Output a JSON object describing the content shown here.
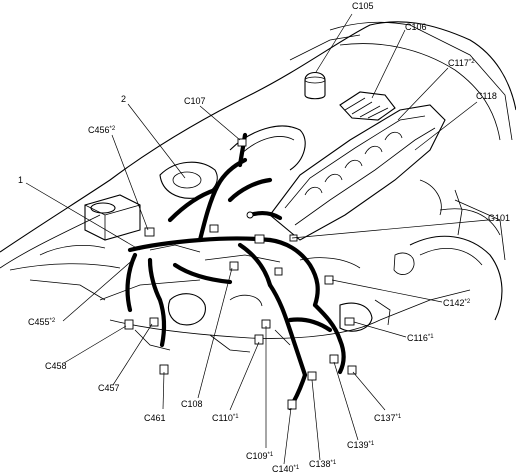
{
  "labels": {
    "c105": "C105",
    "c106": "C106",
    "c117": "C117",
    "c117_sup": "*2",
    "c118": "C118",
    "c107": "C107",
    "num2": "2",
    "c456": "C456",
    "c456_sup": "*2",
    "num1": "1",
    "g101": "G101",
    "c142": "C142",
    "c142_sup": "*2",
    "c455": "C455",
    "c455_sup": "*2",
    "c116": "C116",
    "c116_sup": "*1",
    "c458": "C458",
    "c457": "C457",
    "c461": "C461",
    "c108": "C108",
    "c110": "C110",
    "c110_sup": "*1",
    "c137": "C137",
    "c137_sup": "*1",
    "c139": "C139",
    "c139_sup": "*1",
    "c109": "C109",
    "c109_sup": "*1",
    "c138": "C138",
    "c138_sup": "*1",
    "c140": "C140",
    "c140_sup": "*1"
  }
}
